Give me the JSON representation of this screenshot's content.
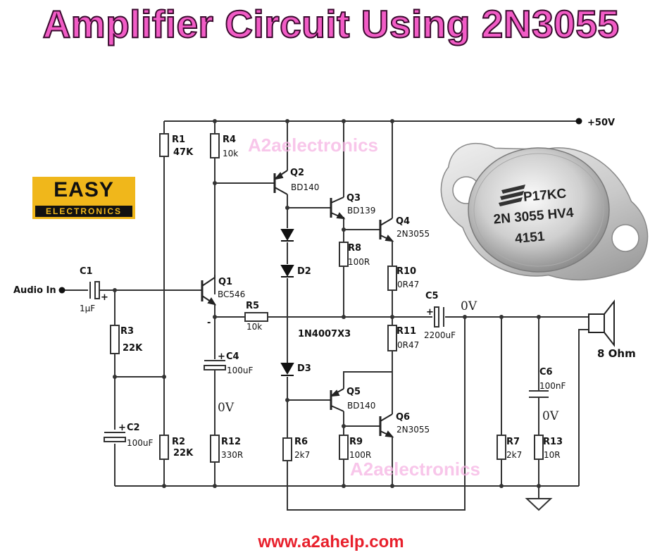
{
  "title": "Amplifier Circuit Using 2N3055",
  "footer_url": "www.a2ahelp.com",
  "logo": {
    "line1": "EASY",
    "line2": "ELECTRONICS"
  },
  "watermarks": [
    "A2aelectronics",
    "A2aelectronics"
  ],
  "labels": {
    "supply": "+50V",
    "input": "Audio In",
    "speaker": "8 Ohm",
    "zero_v_output": "0V",
    "zero_v_c4": "0V",
    "zero_v_c6": "0V",
    "minus_mark": "-",
    "plus_mark": "+"
  },
  "components": {
    "R1": {
      "name": "R1",
      "value": "47K"
    },
    "R2": {
      "name": "R2",
      "value": "22K"
    },
    "R3": {
      "name": "R3",
      "value": "22K"
    },
    "R4": {
      "name": "R4",
      "value": "10k"
    },
    "R5": {
      "name": "R5",
      "value": "10k"
    },
    "R6": {
      "name": "R6",
      "value": "2k7"
    },
    "R7": {
      "name": "R7",
      "value": "2k7"
    },
    "R8": {
      "name": "R8",
      "value": "100R"
    },
    "R9": {
      "name": "R9",
      "value": "100R"
    },
    "R10": {
      "name": "R10",
      "value": "0R47"
    },
    "R11": {
      "name": "R11",
      "value": "0R47"
    },
    "R12": {
      "name": "R12",
      "value": "330R"
    },
    "R13": {
      "name": "R13",
      "value": "10R"
    },
    "C1": {
      "name": "C1",
      "value": "1µF"
    },
    "C2": {
      "name": "C2",
      "value": "100uF"
    },
    "C4": {
      "name": "C4",
      "value": "100uF"
    },
    "C5": {
      "name": "C5",
      "value": "2200uF"
    },
    "C6": {
      "name": "C6",
      "value": "100nF"
    },
    "Q1": {
      "name": "Q1",
      "value": "BC546"
    },
    "Q2": {
      "name": "Q2",
      "value": "BD140"
    },
    "Q3": {
      "name": "Q3",
      "value": "BD139"
    },
    "Q4": {
      "name": "Q4",
      "value": "2N3055"
    },
    "Q5": {
      "name": "Q5",
      "value": "BD140"
    },
    "Q6": {
      "name": "Q6",
      "value": "2N3055"
    },
    "D2": {
      "name": "D2"
    },
    "D3": {
      "name": "D3"
    },
    "diode_type": "1N4007X3"
  },
  "package_marking": {
    "line1": "P17KC",
    "line2": "2N 3055 HV4",
    "line3": "4151"
  },
  "colors": {
    "title": "#f25cc6",
    "title_outline": "#3a0a2e",
    "footer": "#e8202c",
    "logo_bg": "#f0b71b",
    "watermark": "#f6b3e3"
  }
}
